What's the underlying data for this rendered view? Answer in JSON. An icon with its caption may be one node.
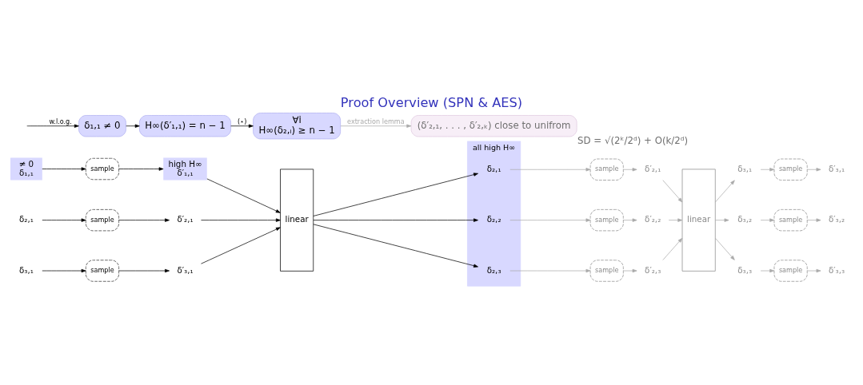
{
  "diagram": {
    "title": "Proof Overview (SPN & AES)",
    "nodes": [
      {
        "text": [
          "≠ 0",
          "δ₁,₁"
        ]
      },
      {
        "text": [
          "sample"
        ]
      },
      {
        "text": [
          "high H∞",
          "δ′₁,₁"
        ]
      },
      {
        "text": [
          "δ₂,₁"
        ]
      },
      {
        "text": [
          "sample"
        ]
      },
      {
        "text": [
          "δ′₂,₁"
        ]
      },
      {
        "text": [
          "δ₃,₁"
        ]
      },
      {
        "text": [
          "sample"
        ]
      },
      {
        "text": [
          "δ′₃,₁"
        ]
      },
      {
        "text": [
          "linear"
        ]
      },
      {
        "text": [
          "all high H∞"
        ]
      },
      {
        "text": [
          "δ₂,₁"
        ],
        "in": 10
      },
      {
        "text": [
          "δ₂,₂"
        ],
        "in": 10
      },
      {
        "text": [
          "δ₂,₃"
        ],
        "in": 10
      },
      {
        "text": [
          "sample"
        ]
      },
      {
        "text": [
          "δ′₂,₁"
        ]
      },
      {
        "text": [
          "sample"
        ]
      },
      {
        "text": [
          "δ′₂,₂"
        ]
      },
      {
        "text": [
          "sample"
        ]
      },
      {
        "text": [
          "δ′₂,₃"
        ]
      },
      {
        "text": [
          "linear"
        ]
      },
      {
        "text": [
          "δ₃,₁"
        ]
      },
      {
        "text": [
          "sample"
        ]
      },
      {
        "text": [
          "δ′₃,₁"
        ]
      },
      {
        "text": [
          "δ₃,₂"
        ]
      },
      {
        "text": [
          "sample"
        ]
      },
      {
        "text": [
          "δ′₃,₂"
        ]
      },
      {
        "text": [
          "δ₃,₃"
        ]
      },
      {
        "text": [
          "sample"
        ]
      },
      {
        "text": [
          "δ′₃,₃"
        ]
      },
      {
        "text": [
          "δ₁,₁ ≠ 0"
        ]
      },
      {
        "text": [
          "H∞(δ′₁,₁) = n − 1"
        ]
      },
      {
        "text": [
          "∀i",
          "H∞(δ₂,ᵢ) ≥ n − 1"
        ]
      },
      {
        "text": [
          "(δ′₂,₁, . . . , δ′₂,ₖ) close to unifrom"
        ],
        "beside": [
          "SD = √(2ᵏ/2ᵈ) + O(k/2ᵈ)"
        ]
      }
    ],
    "edges": [
      {
        "from": 0,
        "to": 1,
        "arrow": "to",
        "color": "#000000"
      },
      {
        "from": 1,
        "to": 2,
        "arrow": "to",
        "color": "#000000"
      },
      {
        "from": 2,
        "to": 9,
        "arrow": "to",
        "color": "#000000"
      },
      {
        "from": 3,
        "to": 4,
        "arrow": "to",
        "color": "#000000"
      },
      {
        "from": 4,
        "to": 5,
        "arrow": "to",
        "color": "#000000"
      },
      {
        "from": 5,
        "to": 9,
        "arrow": "to",
        "color": "#000000"
      },
      {
        "from": 6,
        "to": 7,
        "arrow": "to",
        "color": "#000000"
      },
      {
        "from": 7,
        "to": 8,
        "arrow": "to",
        "color": "#000000"
      },
      {
        "from": 8,
        "to": 9,
        "arrow": "to",
        "color": "#000000"
      },
      {
        "from": 9,
        "to": 11,
        "arrow": "to",
        "color": "#000000"
      },
      {
        "from": 9,
        "to": 12,
        "arrow": "to",
        "color": "#000000"
      },
      {
        "from": 9,
        "to": 13,
        "arrow": "to",
        "color": "#000000"
      },
      {
        "from": 11,
        "to": 14,
        "arrow": "to",
        "color": "#aaaaaa"
      },
      {
        "from": 14,
        "to": 15,
        "arrow": "to",
        "color": "#aaaaaa"
      },
      {
        "from": 15,
        "to": 20,
        "arrow": "to",
        "color": "#aaaaaa"
      },
      {
        "from": 12,
        "to": 16,
        "arrow": "to",
        "color": "#aaaaaa"
      },
      {
        "from": 16,
        "to": 17,
        "arrow": "to",
        "color": "#aaaaaa"
      },
      {
        "from": 17,
        "to": 20,
        "arrow": "to",
        "color": "#aaaaaa"
      },
      {
        "from": 13,
        "to": 18,
        "arrow": "to",
        "color": "#aaaaaa"
      },
      {
        "from": 18,
        "to": 19,
        "arrow": "to",
        "color": "#aaaaaa"
      },
      {
        "from": 19,
        "to": 20,
        "arrow": "to",
        "color": "#aaaaaa"
      },
      {
        "from": 20,
        "to": 21,
        "arrow": "to",
        "color": "#aaaaaa"
      },
      {
        "from": 20,
        "to": 24,
        "arrow": "to",
        "color": "#aaaaaa"
      },
      {
        "from": 20,
        "to": 27,
        "arrow": "to",
        "color": "#aaaaaa"
      },
      {
        "from": 21,
        "to": 22,
        "arrow": "to",
        "color": "#aaaaaa"
      },
      {
        "from": 22,
        "to": 23,
        "arrow": "to",
        "color": "#aaaaaa"
      },
      {
        "from": 24,
        "to": 25,
        "arrow": "to",
        "color": "#aaaaaa"
      },
      {
        "from": 25,
        "to": 26,
        "arrow": "to",
        "color": "#aaaaaa"
      },
      {
        "from": 27,
        "to": 28,
        "arrow": "to",
        "color": "#aaaaaa"
      },
      {
        "from": 28,
        "to": 29,
        "arrow": "to",
        "color": "#aaaaaa"
      },
      {
        "from": null,
        "to": 30,
        "arrow": "to",
        "label": "w.l.o.g.",
        "color": "#000000"
      },
      {
        "from": 30,
        "to": 31,
        "arrow": "to",
        "color": "#000000"
      },
      {
        "from": 31,
        "to": 32,
        "arrow": "to",
        "label": "(⋆)",
        "color": "#000000"
      },
      {
        "from": 32,
        "to": 33,
        "arrow": "to",
        "label": "extraction lemma",
        "color": "#aaaaaa"
      }
    ]
  }
}
